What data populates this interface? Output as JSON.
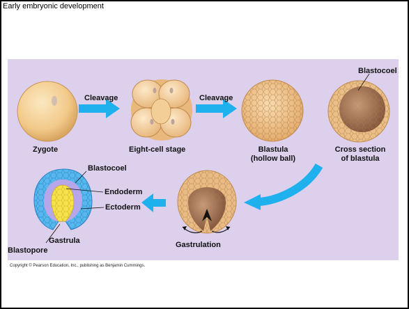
{
  "title": "Early embryonic development",
  "labels": {
    "cleavage1": "Cleavage",
    "cleavage2": "Cleavage",
    "zygote": "Zygote",
    "eight_cell": "Eight-cell stage",
    "blastula_line1": "Blastula",
    "blastula_line2": "(hollow ball)",
    "cross_line1": "Cross section",
    "cross_line2": "of blastula",
    "blastocoel_top": "Blastocoel",
    "blastocoel_gastrula": "Blastocoel",
    "endoderm": "Endoderm",
    "ectoderm": "Ectoderm",
    "gastrula": "Gastrula",
    "blastopore": "Blastopore",
    "gastrulation": "Gastrulation"
  },
  "copyright": "Copyright © Pearson Education, Inc., publishing as Benjamin Cummings.",
  "colors": {
    "panel": "#dcd0ec",
    "arrow": "#1fb1ee",
    "zygote": "#f3cf8e",
    "ectoderm": "#56b8ec",
    "endoderm": "#f6e24a"
  }
}
